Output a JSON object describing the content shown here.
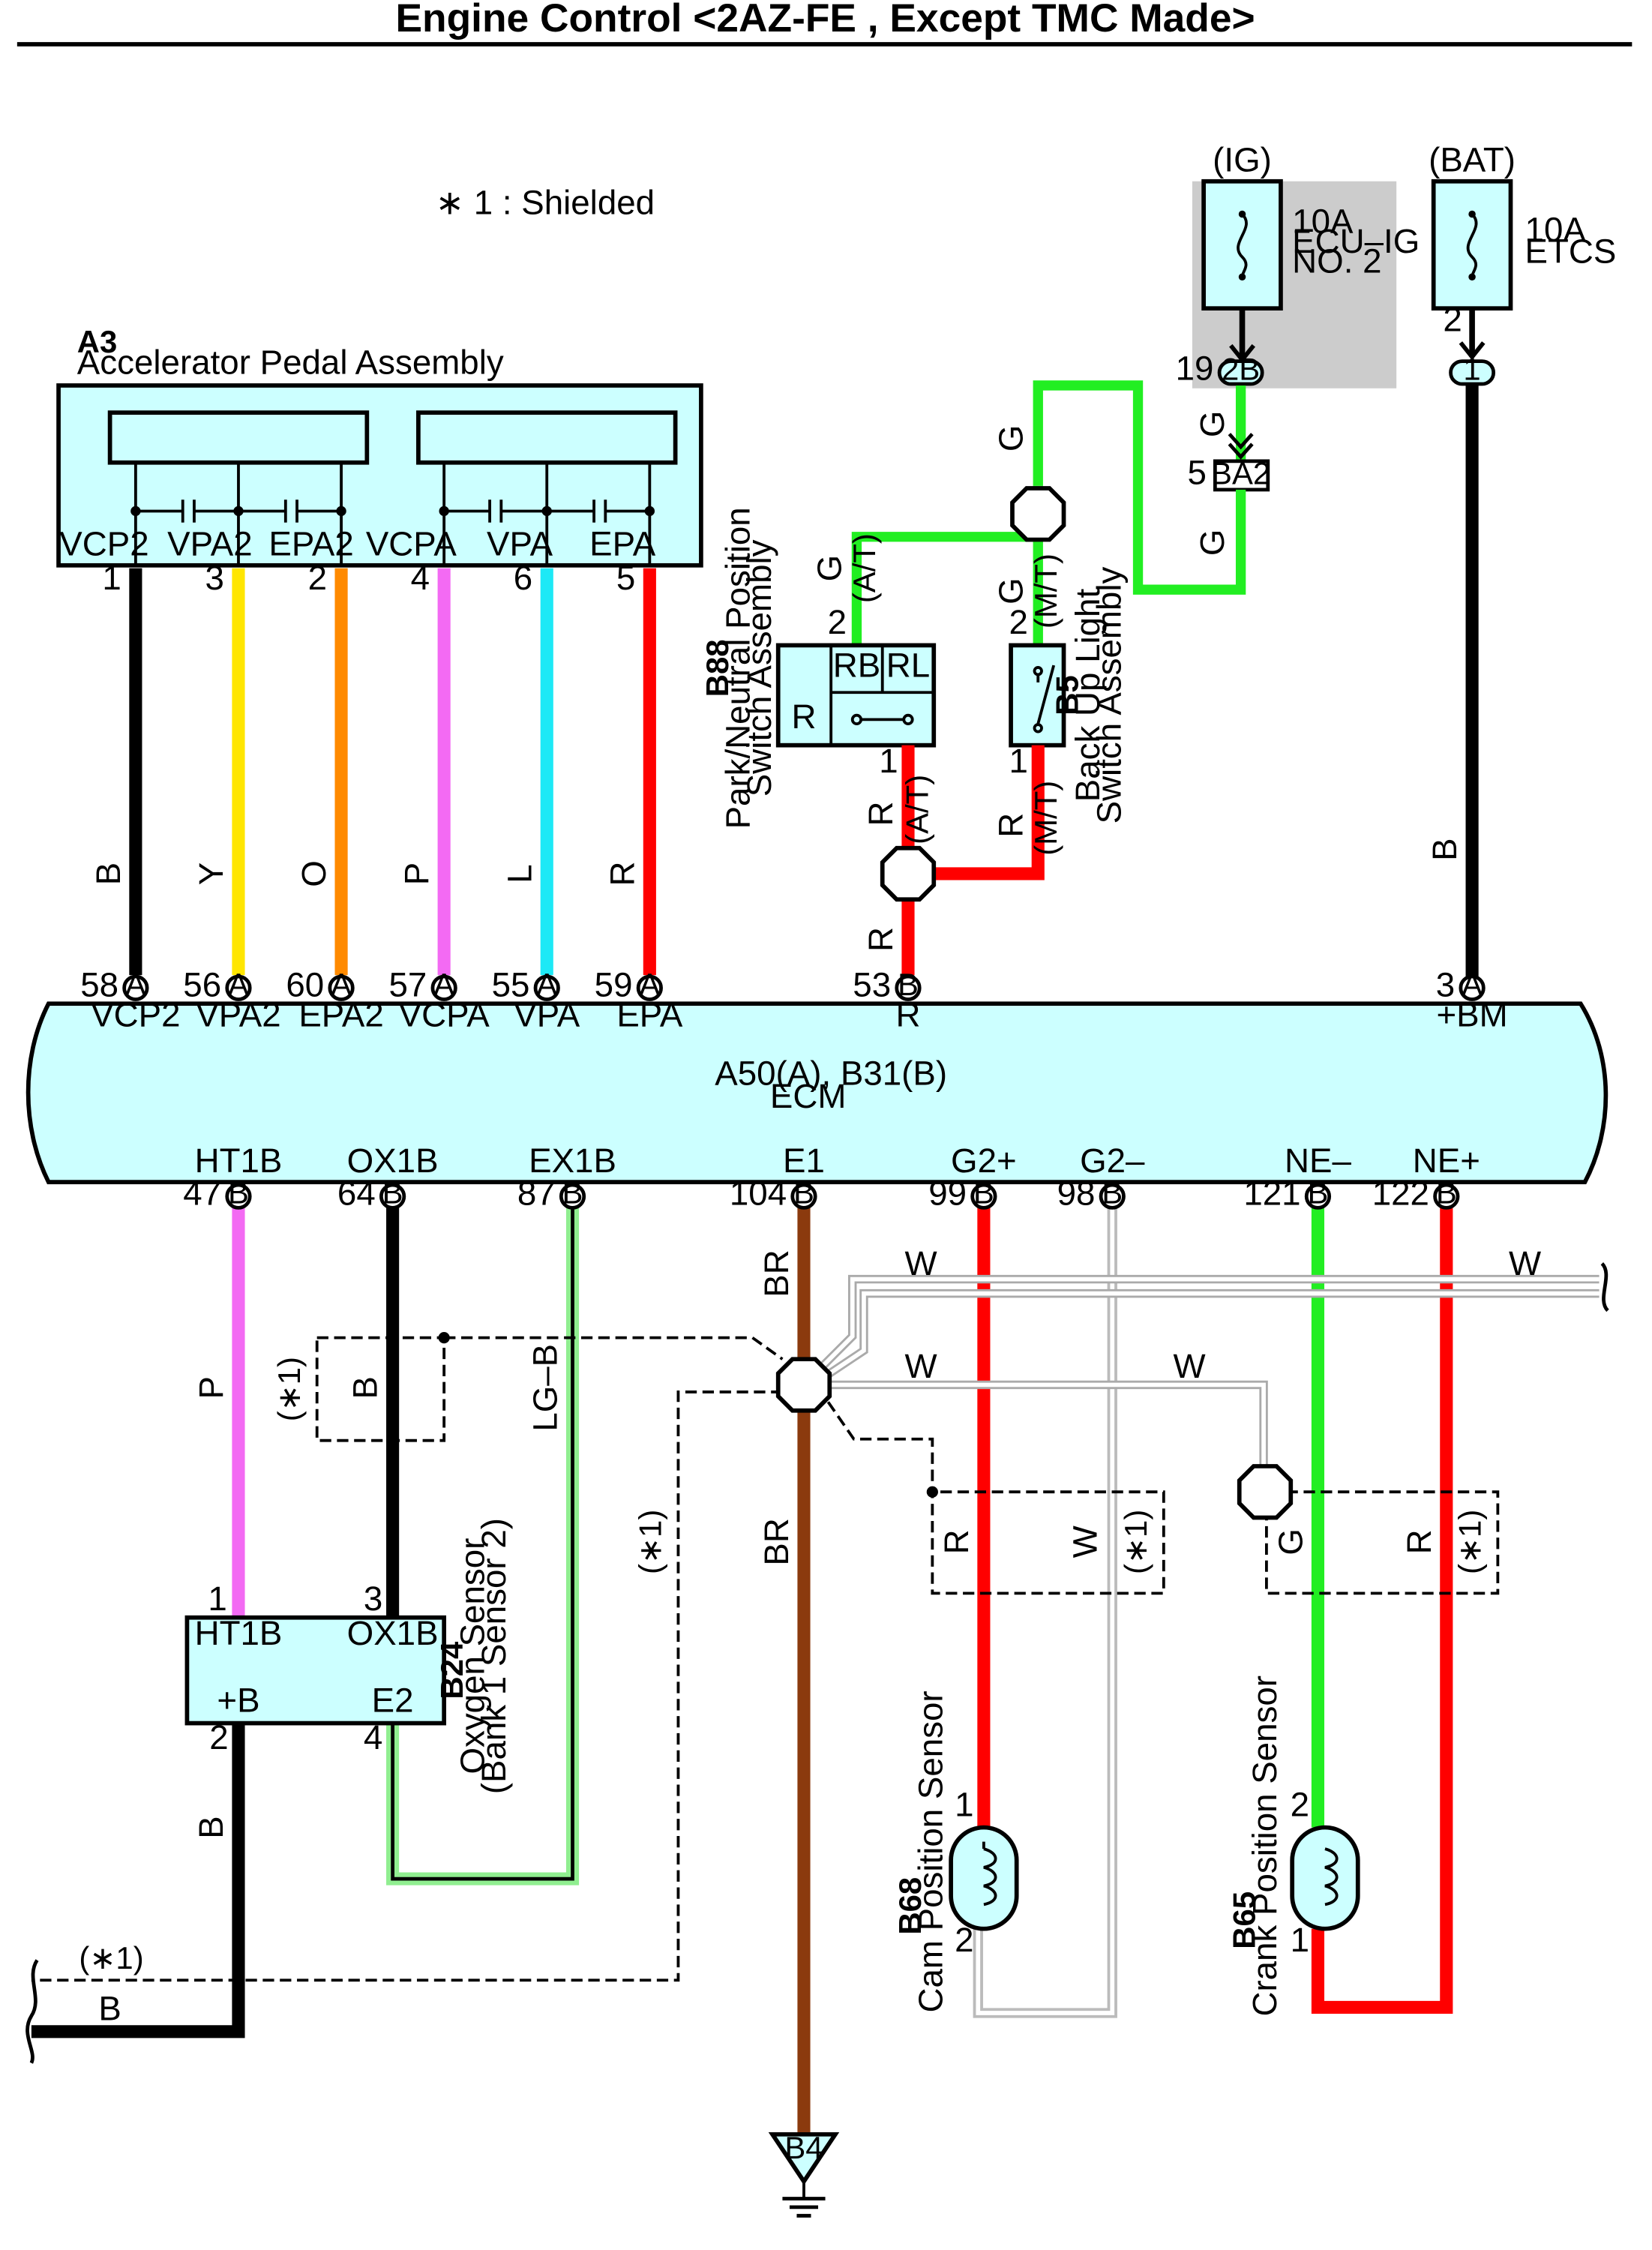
{
  "title": "Engine Control <2AZ-FE , Except TMC Made>",
  "note": "∗ 1 : Shielded",
  "fuses": {
    "ig": {
      "source": "(IG)",
      "rating": "10A",
      "name": "ECU–IG",
      "name2": "NO. 2",
      "connector": "2B",
      "pin": "19"
    },
    "bat": {
      "source": "(BAT)",
      "rating": "10A",
      "name": "ETCS",
      "connector": "1",
      "pin": "2"
    }
  },
  "junction_ba2": {
    "label": "BA2",
    "pin": "5"
  },
  "accel": {
    "code": "A3",
    "name": "Accelerator Pedal Assembly",
    "terminals": [
      "VCP2",
      "VPA2",
      "EPA2",
      "VCPA",
      "VPA",
      "EPA"
    ],
    "pins": [
      "1",
      "3",
      "2",
      "4",
      "6",
      "5"
    ],
    "wire_colors": [
      "B",
      "Y",
      "O",
      "P",
      "L",
      "R"
    ]
  },
  "ecm": {
    "code": "A50(A), B31(B)",
    "name": "ECM",
    "top_terminals": [
      "VCP2",
      "VPA2",
      "EPA2",
      "VCPA",
      "VPA",
      "EPA",
      "R",
      "+BM"
    ],
    "top_pins": [
      "58",
      "56",
      "60",
      "57",
      "55",
      "59",
      "53",
      "3"
    ],
    "top_conn": [
      "A",
      "A",
      "A",
      "A",
      "A",
      "A",
      "B",
      "A"
    ],
    "bottom_terminals": [
      "HT1B",
      "OX1B",
      "EX1B",
      "E1",
      "G2+",
      "G2–",
      "NE–",
      "NE+"
    ],
    "bottom_pins": [
      "47",
      "64",
      "87",
      "104",
      "99",
      "98",
      "121",
      "122"
    ],
    "bottom_conn": [
      "B",
      "B",
      "B",
      "B",
      "B",
      "B",
      "B",
      "B"
    ]
  },
  "pnp": {
    "code": "B88",
    "name1": "Park/Neutral Position",
    "name2": "Switch Assembly",
    "terms": [
      "RB",
      "RL",
      "R"
    ],
    "pin_top": "2",
    "pin_bottom": "1"
  },
  "backup": {
    "code": "B5",
    "name1": "Back Up Light",
    "name2": "Switch Assembly",
    "pin_top": "2",
    "pin_bottom": "1"
  },
  "o2": {
    "code": "B24",
    "name1": "Oxygen Sensor",
    "name2": "(Bank 1 Sensor 2)",
    "terms": [
      "HT1B",
      "OX1B",
      "+B",
      "E2"
    ],
    "pins": [
      "1",
      "3",
      "2",
      "4"
    ]
  },
  "cam": {
    "code": "B68",
    "name": "Cam Position Sensor",
    "pins": [
      "1",
      "2"
    ]
  },
  "crank": {
    "code": "B65",
    "name": "Crank Position Sensor",
    "pins": [
      "2",
      "1"
    ]
  },
  "ground": {
    "label": "B4"
  },
  "wire_labels": {
    "g": "G",
    "r": "R",
    "b": "B",
    "w": "W",
    "p": "P",
    "br": "BR",
    "lgb": "LG–B",
    "at": "(A/T)",
    "mt": "(M/T)",
    "shield": "(∗1)"
  },
  "colors": {
    "black": "#000000",
    "yellow": "#ffe600",
    "orange": "#ff8a00",
    "pink": "#f36af3",
    "cyan": "#1de9f6",
    "red": "#ff0000",
    "green": "#22ee22",
    "lightgreen": "#90ee90",
    "brown": "#8b3a0e",
    "white_wire": "#bbbbbb",
    "panel": "#ccffff",
    "ig_bg": "#cccccc"
  }
}
